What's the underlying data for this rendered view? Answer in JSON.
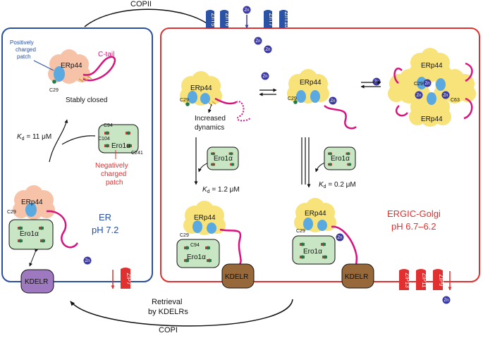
{
  "arrows": {
    "top": "COPII",
    "bottom": "COPI",
    "retrieval_1": "Retrieval",
    "retrieval_2": "by KDELRs"
  },
  "compartments": {
    "er": {
      "name": "ER",
      "ph": "pH 7.2",
      "color": "#2a4fa0"
    },
    "golgi": {
      "name": "ERGIC-Golgi",
      "ph": "pH 6.7–6.2",
      "color": "#e03030"
    }
  },
  "labels": {
    "erp44": "ERp44",
    "ero1a": "Ero1α",
    "kdelr": "KDELR",
    "zn": "Zn",
    "c29": "C29",
    "c94": "C94",
    "c104": "C104",
    "c241": "C241",
    "c63": "C63",
    "positive_1": "Positively",
    "positive_2": "charged",
    "positive_3": "patch",
    "negative_1": "Negatively",
    "negative_2": "charged",
    "negative_3": "patch",
    "ctail": "C-tail",
    "stably_closed": "Stably closed",
    "increased_1": "Increased",
    "increased_2": "dynamics",
    "kd_prefix": "K",
    "kd_sub": "d",
    "kd_er": " = 11 μM",
    "kd_1": " = 1.2 μM",
    "kd_2": " = 0.2 μM"
  },
  "transporters": {
    "top": [
      "ZnT5",
      "ZnT6",
      "ZnT7",
      "ZnT10"
    ],
    "bottom_er": "ZIP7",
    "bottom_golgi": [
      "ZIP13",
      "ZIP11",
      "ZIP9"
    ]
  },
  "colors": {
    "erp44_er": "#f7c3a8",
    "erp44_golgi": "#f8e27a",
    "ero1a": "#c8e6c3",
    "kdelr_er": "#9f79bf",
    "kdelr_golgi": "#96683a",
    "zn": "#3a3aa0",
    "znt": "#2a52a5",
    "zip": "#e03030",
    "ctail": "#d8137e",
    "blue_patch": "#5aa9e0",
    "cys": "#1e7a4a"
  }
}
